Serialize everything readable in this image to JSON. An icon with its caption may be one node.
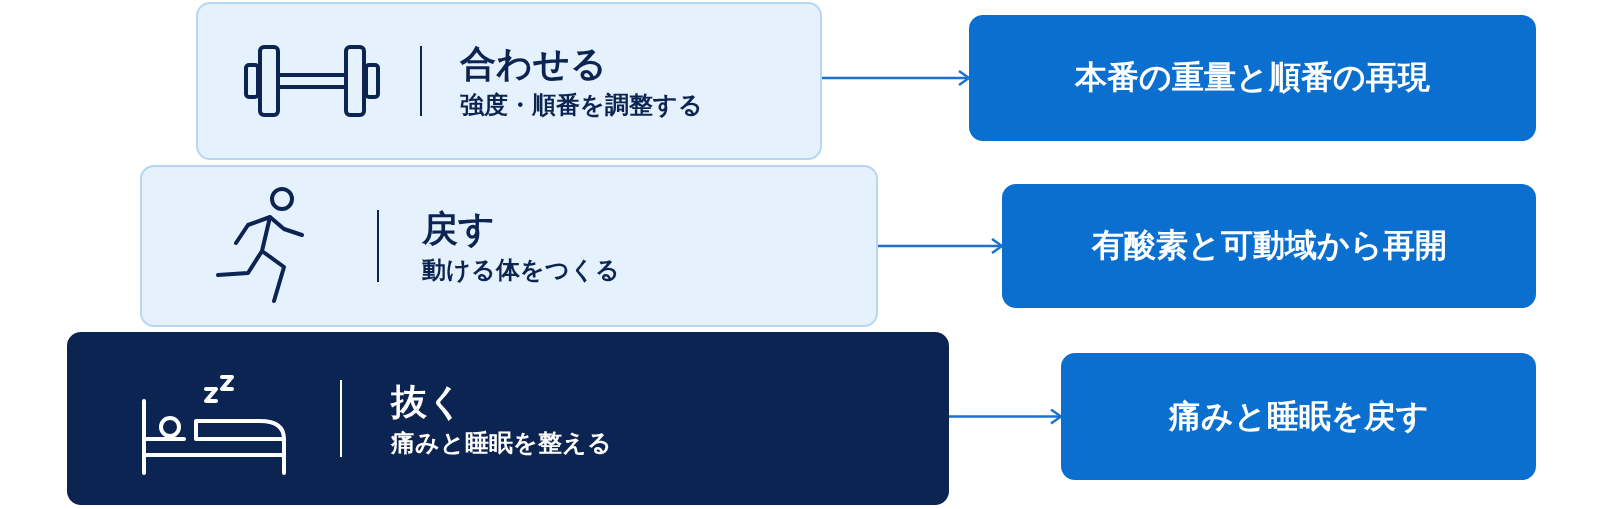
{
  "diagram": {
    "nodes": [
      {
        "text": [
          "合わせる",
          "強度・順番を調整する"
        ]
      },
      {
        "text": [
          "本番の重量と順番の再現"
        ]
      },
      {
        "text": [
          "戻す",
          "動ける体をつくる"
        ]
      },
      {
        "text": [
          "有酸素と可動域から再開"
        ]
      },
      {
        "text": [
          "抜く",
          "痛みと睡眠を整える"
        ]
      },
      {
        "text": [
          "痛みと睡眠を戻す"
        ]
      }
    ],
    "edges": [
      {
        "from": 0,
        "to": 1,
        "arrow": "to"
      },
      {
        "from": 2,
        "to": 3,
        "arrow": "to"
      },
      {
        "from": 4,
        "to": 5,
        "arrow": "to"
      }
    ]
  }
}
